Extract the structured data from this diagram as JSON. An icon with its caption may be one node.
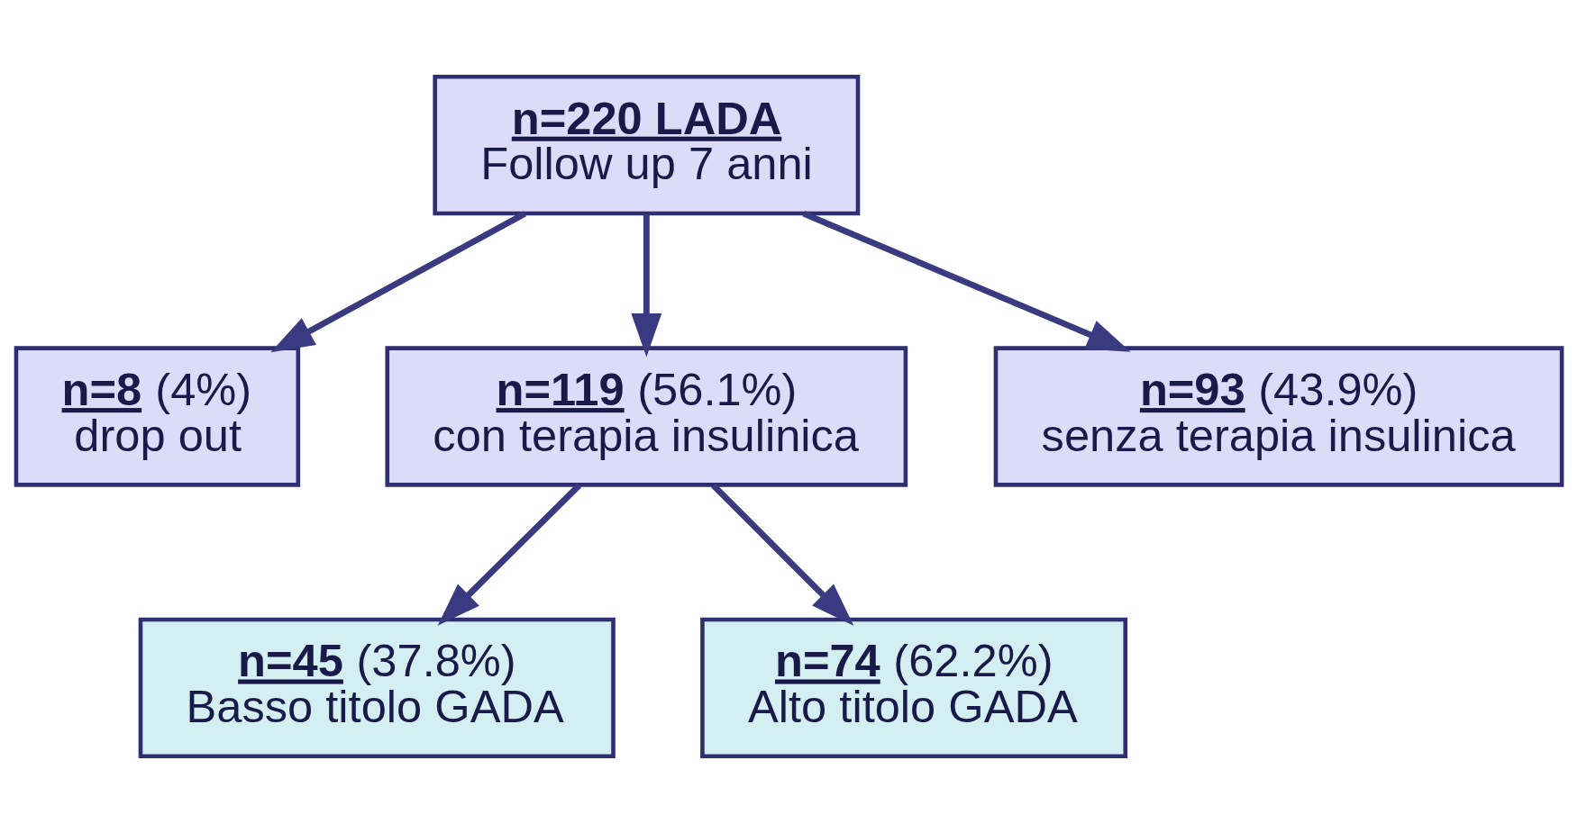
{
  "diagram": {
    "nodes": [
      {
        "text": [
          "n=220 LADA",
          "Follow up 7 anni"
        ]
      },
      {
        "text": [
          "n=8 (4%)",
          "drop out"
        ]
      },
      {
        "text": [
          "n=119 (56.1%)",
          "con terapia insulinica"
        ]
      },
      {
        "text": [
          "n=93 (43.9%)",
          "senza terapia insulinica"
        ]
      },
      {
        "text": [
          "n=45 (37.8%)",
          "Basso titolo GADA"
        ]
      },
      {
        "text": [
          "n=74 (62.2%)",
          "Alto titolo GADA"
        ]
      }
    ],
    "edges": [
      {
        "from": 0,
        "to": 1,
        "arrow": "to"
      },
      {
        "from": 0,
        "to": 2,
        "arrow": "to"
      },
      {
        "from": 0,
        "to": 3,
        "arrow": "to"
      },
      {
        "from": 2,
        "to": 4,
        "arrow": "to"
      },
      {
        "from": 2,
        "to": 5,
        "arrow": "to"
      }
    ]
  }
}
